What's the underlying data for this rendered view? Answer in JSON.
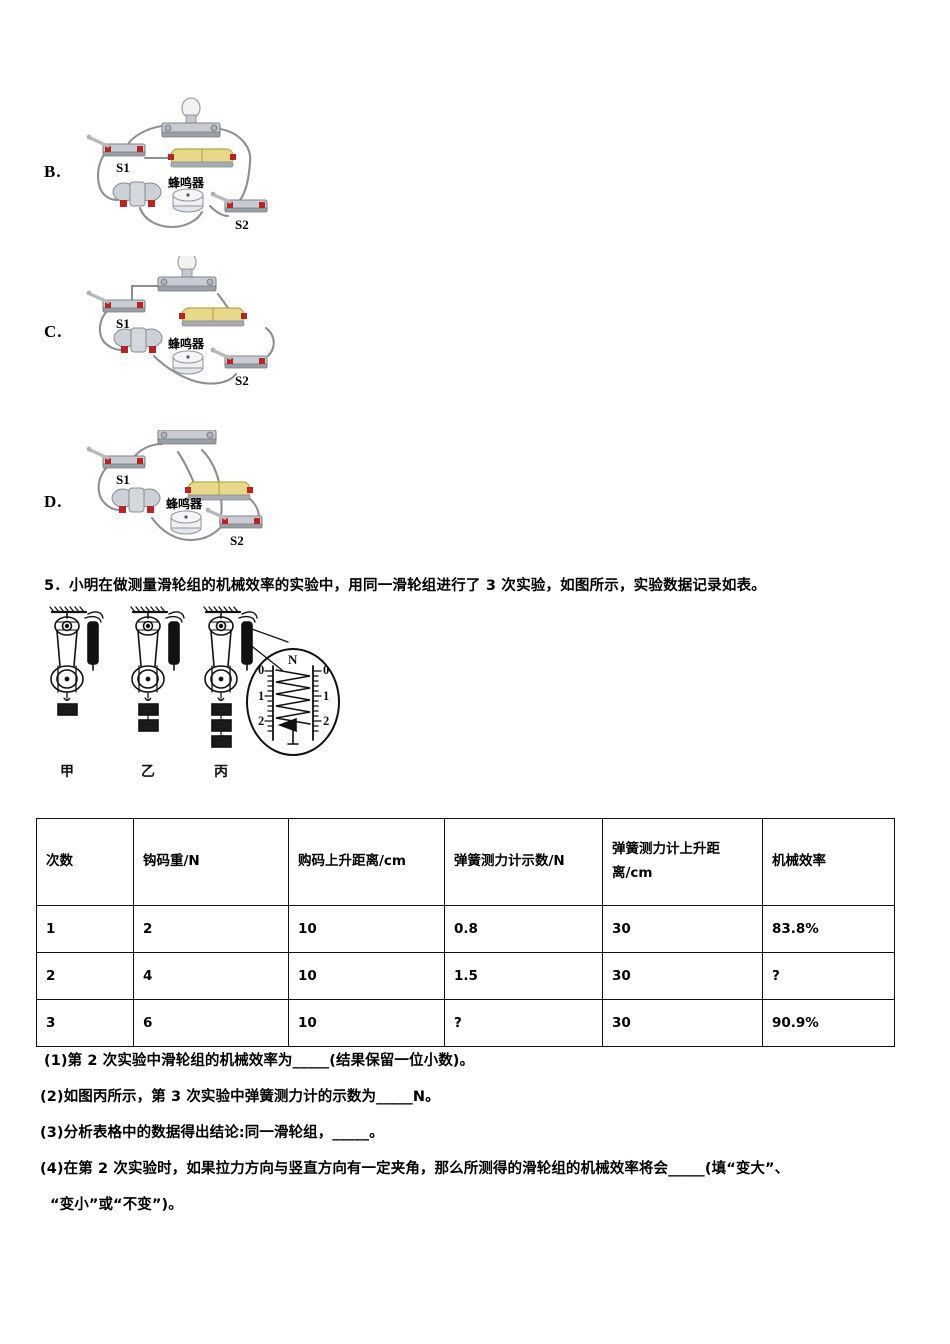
{
  "choices": [
    {
      "label": "B.",
      "s1": "S1",
      "s2": "S2",
      "buzzer": "蜂鸣器"
    },
    {
      "label": "C.",
      "s1": "S1",
      "s2": "S2",
      "buzzer": "蜂鸣器"
    },
    {
      "label": "D.",
      "s1": "S1",
      "s2": "S2",
      "buzzer": "蜂鸣器"
    }
  ],
  "question": {
    "number": "5．",
    "stem": "小明在做测量滑轮组的机械效率的实验中，用同一滑轮组进行了 3 次实验，如图所示，实验数据记录如表。"
  },
  "pulley_figure": {
    "captions": [
      "甲",
      "乙",
      "丙"
    ],
    "weights_count": [
      1,
      2,
      3
    ],
    "gauge": {
      "unit": "N",
      "ticks_left": [
        "0",
        "1",
        "2"
      ],
      "ticks_right": [
        "0",
        "1",
        "2"
      ]
    }
  },
  "table": {
    "headers": [
      "次数",
      "钩码重/N",
      "购码上升距离/cm",
      "弹簧测力计示数/N",
      "弹簧测力计上升距离/cm",
      "机械效率"
    ],
    "rows": [
      [
        "1",
        "2",
        "10",
        "0.8",
        "30",
        "83.8%"
      ],
      [
        "2",
        "4",
        "10",
        "1.5",
        "30",
        "?"
      ],
      [
        "3",
        "6",
        "10",
        "?",
        "30",
        "90.9%"
      ]
    ]
  },
  "sub_questions": [
    "(1)第 2 次实验中滑轮组的机械效率为_____(结果保留一位小数)。",
    "(2)如图丙所示，第 3 次实验中弹簧测力计的示数为_____N。",
    "(3)分析表格中的数据得出结论:同一滑轮组，_____。",
    "(4)在第 2 次实验时，如果拉力方向与竖直方向有一定夹角，那么所测得的滑轮组的机械效率将会_____(填“变大”、",
    "“变小”或“不变”)。"
  ],
  "colors": {
    "ink": "#000000",
    "battery_body": "#e8d98a",
    "battery_edge": "#b9a74e",
    "metal": "#c8ccd2",
    "metal_dark": "#8f959d",
    "terminal_red": "#bb2222",
    "wire": "#8c8c8c",
    "bulb_glass": "#f2f2f0"
  }
}
